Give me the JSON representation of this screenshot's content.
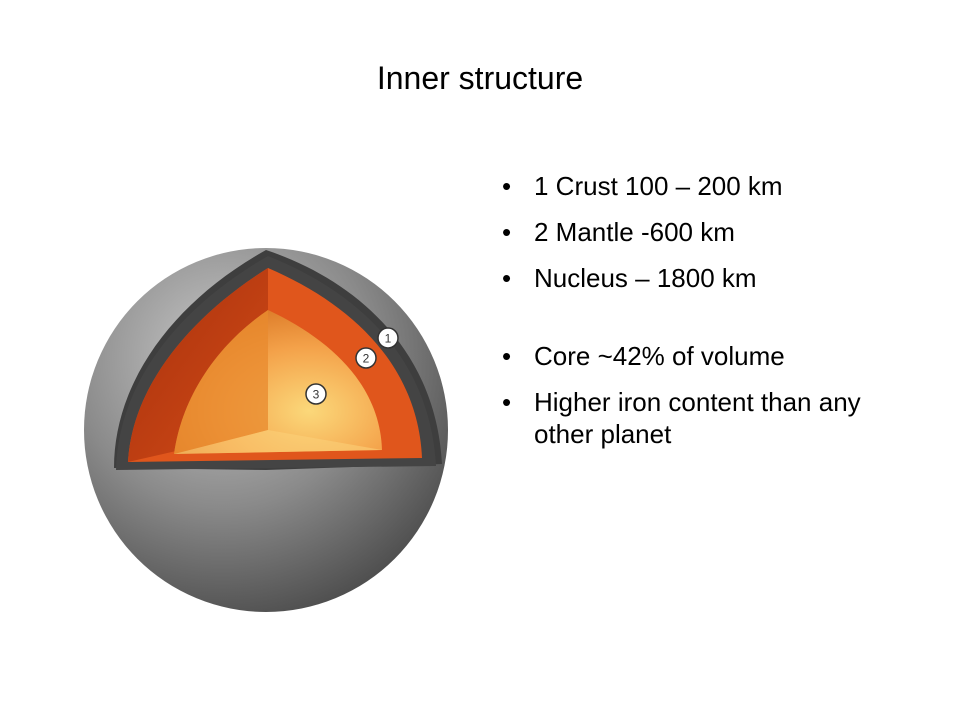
{
  "title": "Inner structure",
  "diagram": {
    "labels": [
      "1",
      "2",
      "3"
    ],
    "colors": {
      "outer_sphere": "#6e6e6e",
      "crust_band": "#4a4a4a",
      "mantle": "#e05a1e",
      "core": "#f4a24a"
    }
  },
  "bullets": [
    {
      "marker": "•",
      "text": "1 Crust 100 – 200 km"
    },
    {
      "marker": "•",
      "text": "2 Mantle -600 km"
    },
    {
      "marker": "•",
      "text": "Nucleus – 1800 km"
    },
    {
      "marker": "•",
      "text": "Core ~42% of volume"
    },
    {
      "marker": "•",
      "text": "Higher iron content than any other planet"
    }
  ]
}
